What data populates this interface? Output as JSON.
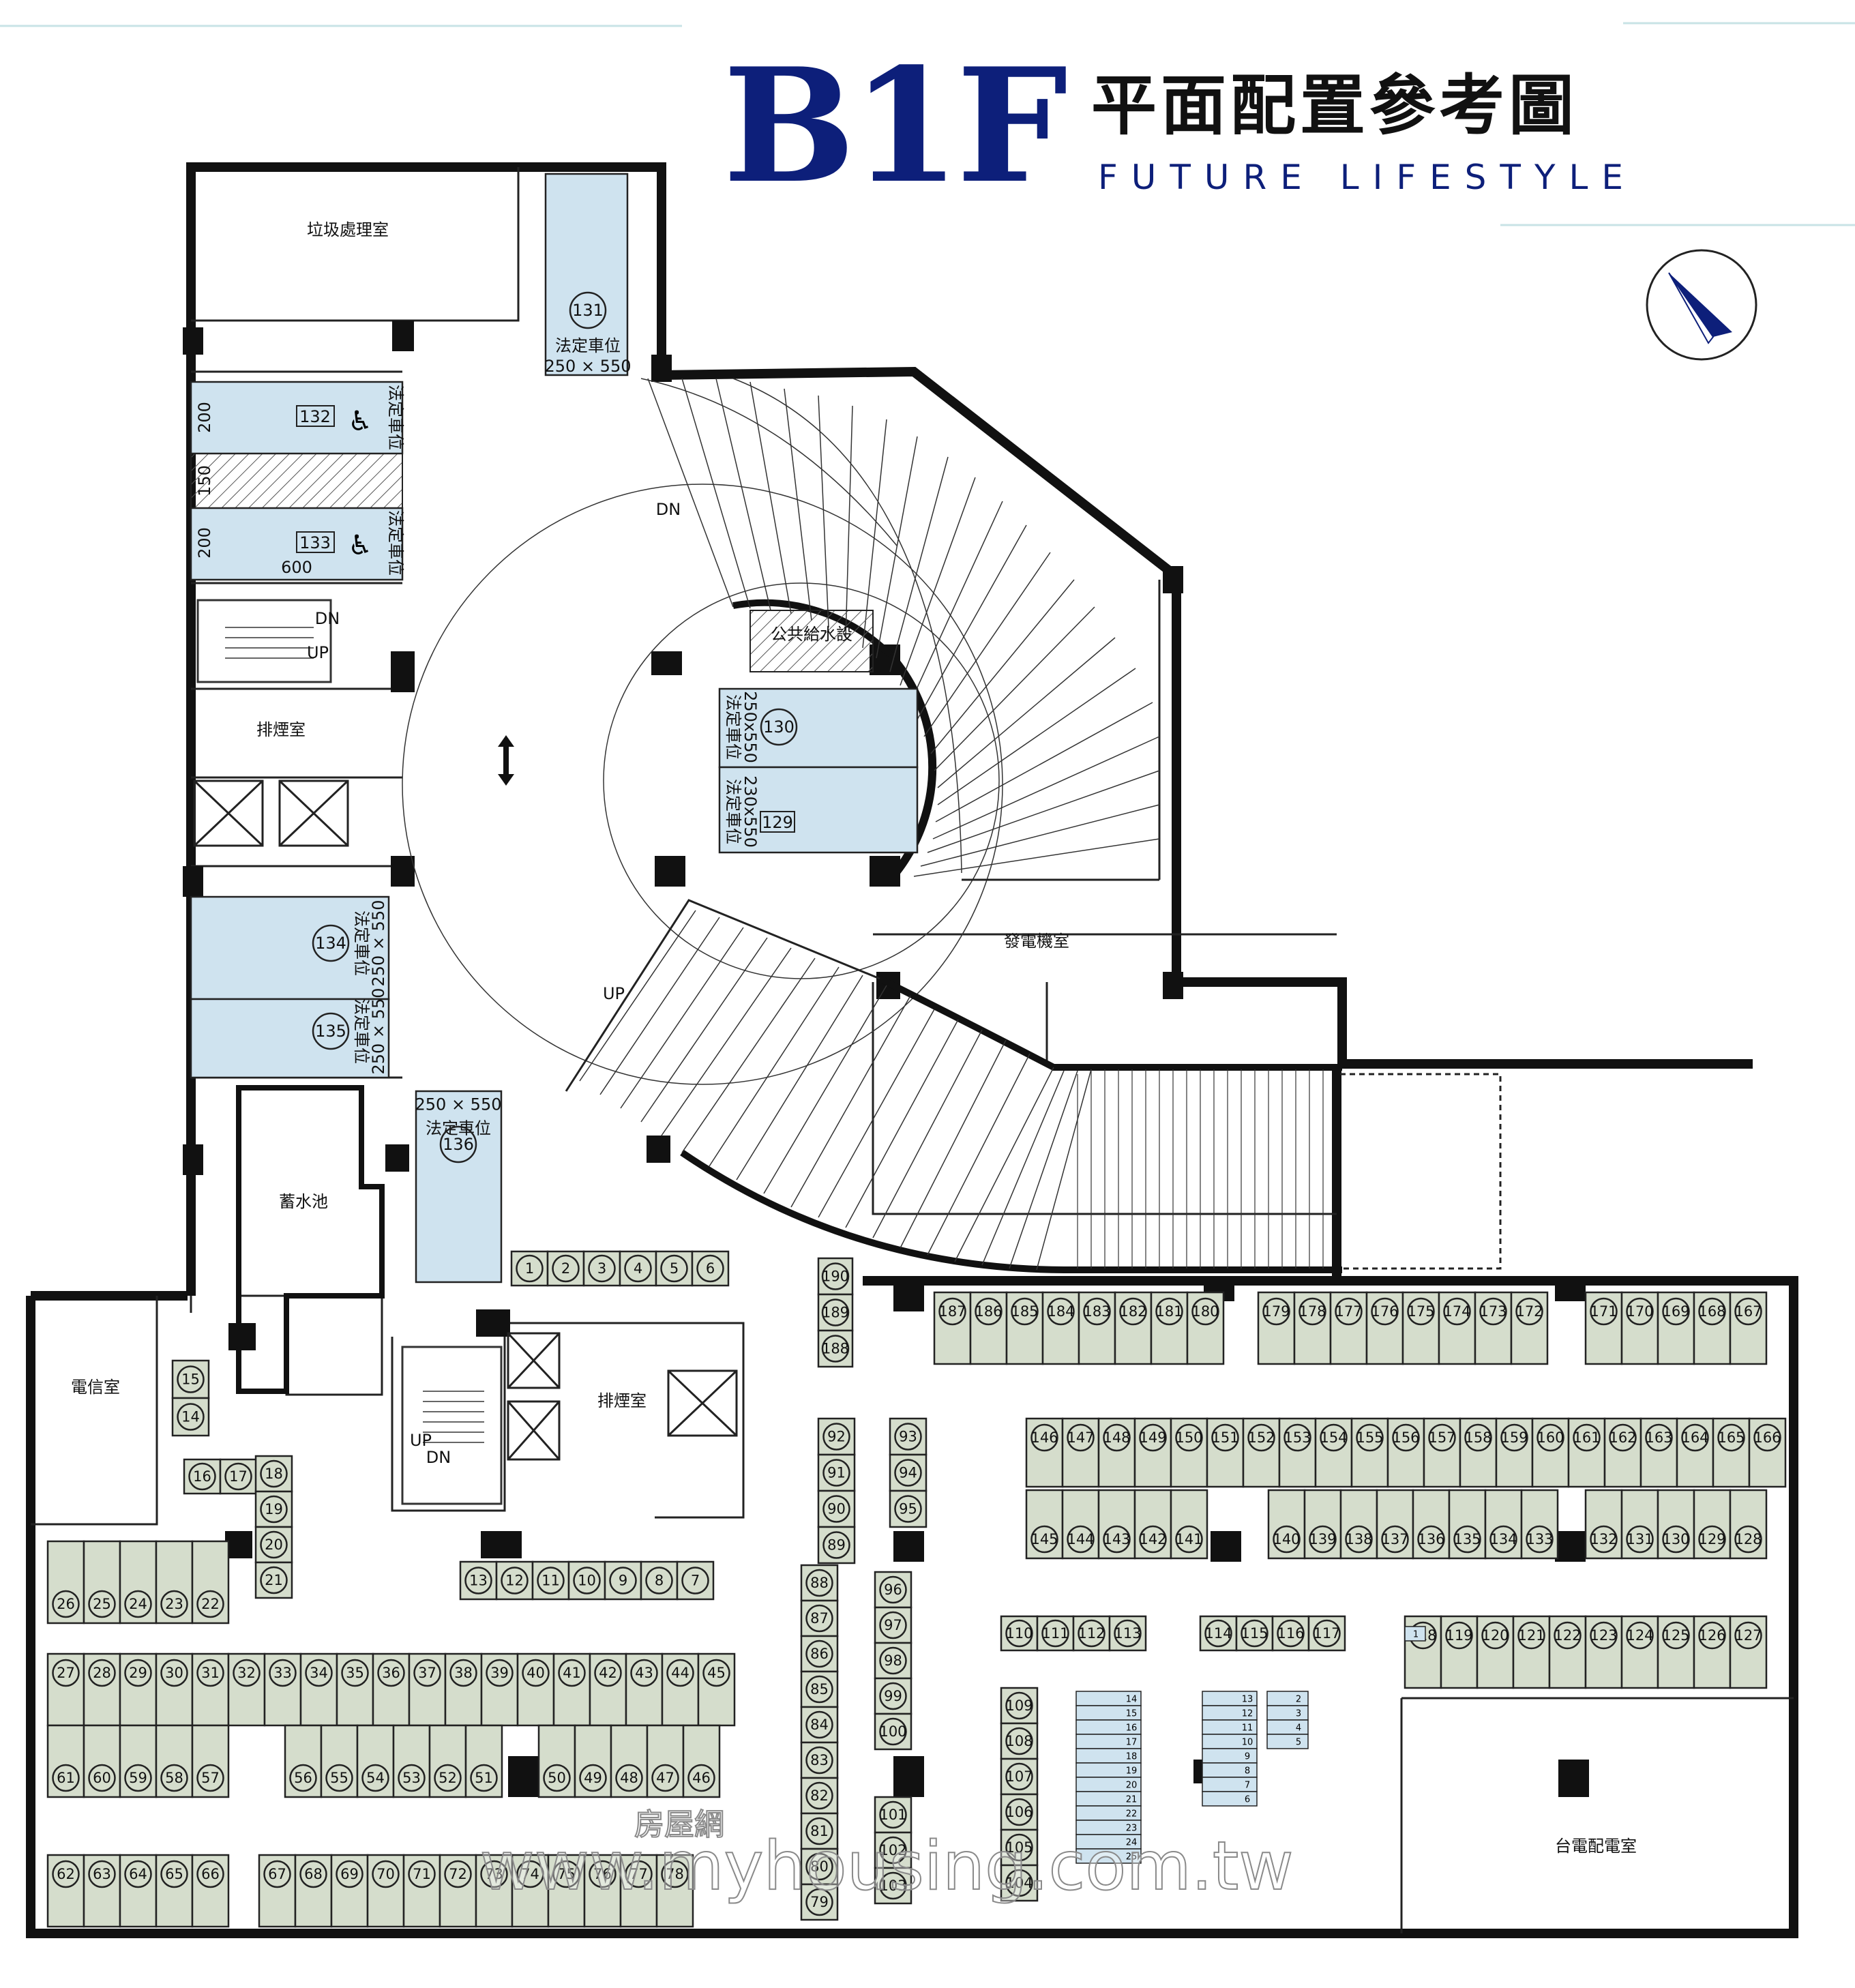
{
  "header": {
    "title_main": "B1F",
    "title_cn": "平面配置參考圖",
    "subtitle_en": "FUTURE LIFESTYLE",
    "title_color": "#0d1f7a"
  },
  "compass": {
    "icon": "north-arrow-icon"
  },
  "rooms": {
    "garbage": "垃圾處理室",
    "smoke1": "排煙室",
    "smoke2": "排煙室",
    "generator": "發電機室",
    "water_tank": "蓄水池",
    "telecom": "電信室",
    "power": "台電配電室",
    "water_pump": "公共給水設",
    "dn1": "DN",
    "up1": "UP",
    "dn_stair": "DN",
    "up_stair": "UP",
    "dn_small": "DN",
    "up_small": "UP"
  },
  "legal_spots": {
    "s131": {
      "num": "131",
      "label": "法定車位",
      "size": "250 × 550"
    },
    "s132": {
      "num": "132",
      "label": "法定車位",
      "dim_a": "200"
    },
    "s133": {
      "num": "133",
      "label": "法定車位",
      "dim_a": "200",
      "dim_w": "600"
    },
    "gap_dim": "150",
    "s130": {
      "num": "130",
      "label": "法定車位",
      "size": "250x550"
    },
    "s129": {
      "num": "129",
      "label": "法定車位",
      "size": "230x550"
    },
    "s134": {
      "num": "134",
      "label": "法定車位",
      "size": "250 × 550"
    },
    "s135": {
      "num": "135",
      "label": "法定車位",
      "size": "250 × 550"
    },
    "s136": {
      "num": "136",
      "label": "法定車位",
      "size": "250 × 550"
    }
  },
  "parking_rows": [
    {
      "nums": [
        "1",
        "2",
        "3",
        "4",
        "5",
        "6"
      ]
    },
    {
      "nums": [
        "15",
        "14"
      ]
    },
    {
      "nums": [
        "16",
        "17"
      ]
    },
    {
      "nums": [
        "18",
        "19",
        "20",
        "21"
      ]
    },
    {
      "nums": [
        "26",
        "25",
        "24",
        "23",
        "22"
      ]
    },
    {
      "nums": [
        "13",
        "12",
        "11",
        "10",
        "9",
        "8",
        "7"
      ]
    },
    {
      "nums": [
        "27",
        "28",
        "29",
        "30",
        "31",
        "32",
        "33",
        "34",
        "35",
        "36",
        "37",
        "38",
        "39",
        "40",
        "41",
        "42",
        "43",
        "44",
        "45"
      ]
    },
    {
      "nums": [
        "61",
        "60",
        "59",
        "58",
        "57"
      ]
    },
    {
      "nums": [
        "56",
        "55",
        "54",
        "53",
        "52",
        "51"
      ]
    },
    {
      "nums": [
        "50",
        "49",
        "48",
        "47",
        "46"
      ]
    },
    {
      "nums": [
        "62",
        "63",
        "64",
        "65",
        "66"
      ]
    },
    {
      "nums": [
        "67",
        "68",
        "69",
        "70",
        "71",
        "72",
        "73",
        "74",
        "75",
        "76",
        "77",
        "78"
      ]
    },
    {
      "nums": [
        "190",
        "189",
        "188"
      ]
    },
    {
      "nums": [
        "187",
        "186",
        "185",
        "184",
        "183",
        "182",
        "181",
        "180"
      ]
    },
    {
      "nums": [
        "179",
        "178",
        "177",
        "176",
        "175",
        "174",
        "173",
        "172"
      ]
    },
    {
      "nums": [
        "171",
        "170",
        "169",
        "168",
        "167"
      ]
    },
    {
      "nums": [
        "92",
        "91",
        "90",
        "89"
      ]
    },
    {
      "nums": [
        "93",
        "94",
        "95"
      ]
    },
    {
      "nums": [
        "146",
        "147",
        "148",
        "149",
        "150",
        "151",
        "152",
        "153",
        "154",
        "155",
        "156",
        "157",
        "158",
        "159",
        "160",
        "161",
        "162",
        "163",
        "164",
        "165",
        "166"
      ]
    },
    {
      "nums": [
        "145",
        "144",
        "143",
        "142",
        "141"
      ]
    },
    {
      "nums": [
        "140",
        "139",
        "138",
        "137",
        "136",
        "135",
        "134",
        "133"
      ]
    },
    {
      "nums": [
        "132",
        "131",
        "130",
        "129",
        "128"
      ]
    },
    {
      "nums": [
        "88",
        "87",
        "86",
        "85",
        "84",
        "83",
        "82",
        "81",
        "80",
        "79"
      ]
    },
    {
      "nums": [
        "96",
        "97",
        "98",
        "99",
        "100"
      ]
    },
    {
      "nums": [
        "101",
        "102",
        "103"
      ]
    },
    {
      "nums": [
        "110",
        "111",
        "112",
        "113"
      ]
    },
    {
      "nums": [
        "109",
        "108",
        "107",
        "106",
        "105",
        "104"
      ]
    },
    {
      "nums": [
        "114",
        "115",
        "116",
        "117"
      ]
    },
    {
      "nums": [
        "118",
        "119",
        "120",
        "121",
        "122",
        "123",
        "124",
        "125",
        "126",
        "127"
      ]
    }
  ],
  "moto_rows": [
    {
      "nums": [
        "14",
        "15",
        "16",
        "17",
        "18",
        "19",
        "20",
        "21",
        "22",
        "23",
        "24",
        "25"
      ]
    },
    {
      "nums": [
        "13",
        "12",
        "11",
        "10",
        "9",
        "8",
        "7",
        "6"
      ]
    },
    {
      "nums": [
        "2",
        "3",
        "4",
        "5"
      ]
    },
    {
      "nums": [
        "1"
      ]
    }
  ],
  "watermark": "www.myhousing.com.tw",
  "watermark_logo": "房屋網"
}
